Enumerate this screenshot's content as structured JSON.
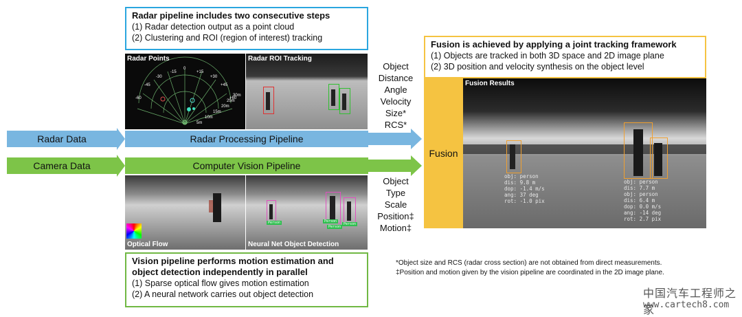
{
  "radar_box": {
    "title": "Radar pipeline includes two consecutive steps",
    "items": [
      "(1)  Radar detection output as a point cloud",
      "(2)  Clustering and ROI (region of interest) tracking"
    ]
  },
  "fusion_box": {
    "title": "Fusion is achieved by applying a joint tracking framework",
    "items": [
      "(1)  Objects are tracked in both 3D space and 2D image plane",
      "(2)  3D position and velocity synthesis on the object level"
    ]
  },
  "vision_box": {
    "title_l1": "Vision pipeline performs motion estimation and",
    "title_l2": "object detection independently in parallel",
    "items": [
      "(1)  Sparse optical flow gives  motion estimation",
      "(2)  A neural network carries out object detection"
    ]
  },
  "panels": {
    "radar_points": "Radar Points",
    "radar_roi": "Radar ROI Tracking",
    "optical_flow": "Optical Flow",
    "nn_detection": "Neural Net Object Detection",
    "fusion_results": "Fusion Results"
  },
  "radar_angles": [
    "-15",
    "0",
    "+15",
    "-30",
    "+30",
    "-45",
    "+45",
    "-60",
    "+60"
  ],
  "radar_ranges": [
    "5m",
    "10m",
    "15m",
    "20m",
    "25m",
    "30m"
  ],
  "detection_tags": [
    "Person",
    "Person",
    "Person",
    "Person"
  ],
  "flows": {
    "radar_data": "Radar Data",
    "radar_pipeline": "Radar Processing Pipeline",
    "camera_data": "Camera Data",
    "vision_pipeline": "Computer Vision Pipeline",
    "fusion": "Fusion"
  },
  "radar_outputs": [
    "Object",
    "Distance",
    "Angle",
    "Velocity",
    "Size*",
    "RCS*"
  ],
  "vision_outputs": [
    "Object",
    "Type",
    "Scale",
    "Position‡",
    "Motion‡"
  ],
  "fusion_labels": {
    "left": [
      "obj: person",
      "dis: 9.8 m",
      "dop: -1.4 m/s",
      "ang: 37 deg",
      "rot: -1.0 pix"
    ],
    "right": [
      "obj: person",
      "dis: 7.7 m",
      "obj: person",
      "dis: 6.4 m",
      "dop: 0.0 m/s",
      "ang: -14 deg",
      "rot: 2.7 pix"
    ]
  },
  "footnotes": [
    "*Object size and RCS  (radar cross section) are not obtained from direct measurements.",
    "‡Position and motion given by the vision pipeline are coordinated in the 2D image plane."
  ],
  "watermark": {
    "cn": "中国汽车工程师之家",
    "url": "www.cartech8.com"
  },
  "colors": {
    "radar_blue": "#79b6e0",
    "vision_green": "#7dc448",
    "fusion_yellow": "#f5c341",
    "box_blue": "#2aa6df",
    "box_green": "#70b843"
  }
}
